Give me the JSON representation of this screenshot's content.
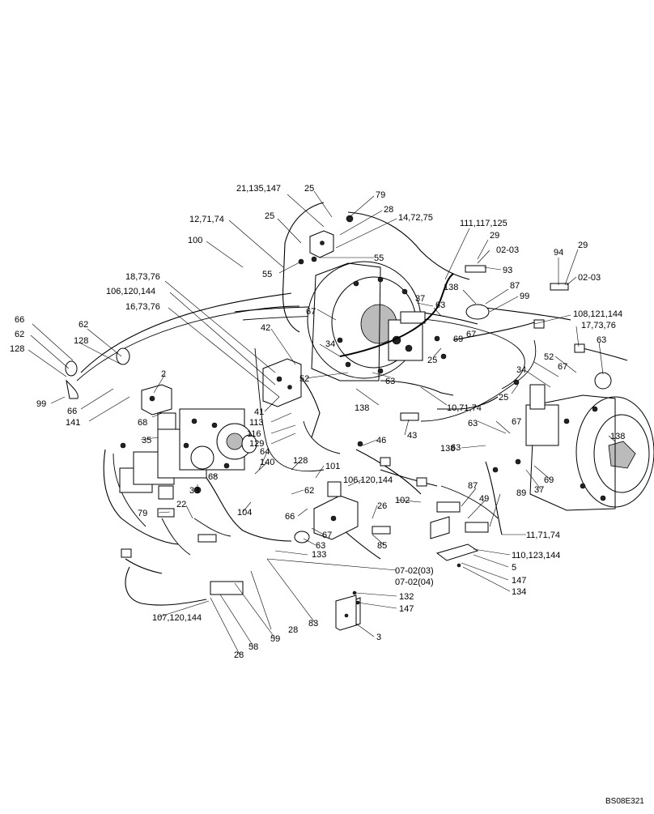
{
  "figure_code": "BS08E321",
  "callouts": [
    {
      "id": "c01",
      "text": "21,135,147"
    },
    {
      "id": "c02",
      "text": "25"
    },
    {
      "id": "c03",
      "text": "79"
    },
    {
      "id": "c04",
      "text": "28"
    },
    {
      "id": "c05",
      "text": "14,72,75"
    },
    {
      "id": "c06",
      "text": "25"
    },
    {
      "id": "c07",
      "text": "12,71,74"
    },
    {
      "id": "c08",
      "text": "100"
    },
    {
      "id": "c09",
      "text": "55"
    },
    {
      "id": "c10",
      "text": "55"
    },
    {
      "id": "c11",
      "text": "111,117,125"
    },
    {
      "id": "c12",
      "text": "29"
    },
    {
      "id": "c13",
      "text": "02-03"
    },
    {
      "id": "c14",
      "text": "93"
    },
    {
      "id": "c15",
      "text": "94"
    },
    {
      "id": "c16",
      "text": "29"
    },
    {
      "id": "c17",
      "text": "02-03"
    },
    {
      "id": "c18",
      "text": "138"
    },
    {
      "id": "c19",
      "text": "87"
    },
    {
      "id": "c20",
      "text": "99"
    },
    {
      "id": "c21",
      "text": "37"
    },
    {
      "id": "c22",
      "text": "63"
    },
    {
      "id": "c23",
      "text": "18,73,76"
    },
    {
      "id": "c24",
      "text": "106,120,144"
    },
    {
      "id": "c25",
      "text": "16,73,76"
    },
    {
      "id": "c26",
      "text": "67"
    },
    {
      "id": "c27",
      "text": "108,121,144"
    },
    {
      "id": "c28",
      "text": "17,73,76"
    },
    {
      "id": "c29",
      "text": "66"
    },
    {
      "id": "c30",
      "text": "62"
    },
    {
      "id": "c31",
      "text": "128"
    },
    {
      "id": "c32",
      "text": "62"
    },
    {
      "id": "c33",
      "text": "128"
    },
    {
      "id": "c34",
      "text": "42"
    },
    {
      "id": "c35",
      "text": "34"
    },
    {
      "id": "c36",
      "text": "69"
    },
    {
      "id": "c37",
      "text": "67"
    },
    {
      "id": "c38",
      "text": "25"
    },
    {
      "id": "c39",
      "text": "63"
    },
    {
      "id": "c40",
      "text": "52"
    },
    {
      "id": "c41",
      "text": "34"
    },
    {
      "id": "c42",
      "text": "67"
    },
    {
      "id": "c43",
      "text": "63"
    },
    {
      "id": "c44",
      "text": "2"
    },
    {
      "id": "c45",
      "text": "52"
    },
    {
      "id": "c46",
      "text": "63"
    },
    {
      "id": "c47",
      "text": "99"
    },
    {
      "id": "c48",
      "text": "66"
    },
    {
      "id": "c49",
      "text": "141"
    },
    {
      "id": "c50",
      "text": "68"
    },
    {
      "id": "c51",
      "text": "138"
    },
    {
      "id": "c52",
      "text": "10,71,74"
    },
    {
      "id": "c53",
      "text": "25"
    },
    {
      "id": "c54",
      "text": "41"
    },
    {
      "id": "c55",
      "text": "113"
    },
    {
      "id": "c56",
      "text": "116"
    },
    {
      "id": "c57",
      "text": "129"
    },
    {
      "id": "c58",
      "text": "35"
    },
    {
      "id": "c59",
      "text": "43"
    },
    {
      "id": "c60",
      "text": "63"
    },
    {
      "id": "c61",
      "text": "67"
    },
    {
      "id": "c62",
      "text": "46"
    },
    {
      "id": "c63",
      "text": "138"
    },
    {
      "id": "c64",
      "text": "138"
    },
    {
      "id": "c65",
      "text": "64"
    },
    {
      "id": "c66",
      "text": "140"
    },
    {
      "id": "c67",
      "text": "128"
    },
    {
      "id": "c68",
      "text": "101"
    },
    {
      "id": "c69",
      "text": "69"
    },
    {
      "id": "c70",
      "text": "37"
    },
    {
      "id": "c71",
      "text": "68"
    },
    {
      "id": "c72",
      "text": "62"
    },
    {
      "id": "c73",
      "text": "106,120,144"
    },
    {
      "id": "c74",
      "text": "33"
    },
    {
      "id": "c75",
      "text": "87"
    },
    {
      "id": "c76",
      "text": "89"
    },
    {
      "id": "c77",
      "text": "49"
    },
    {
      "id": "c78",
      "text": "22"
    },
    {
      "id": "c79",
      "text": "104"
    },
    {
      "id": "c80",
      "text": "66"
    },
    {
      "id": "c81",
      "text": "102"
    },
    {
      "id": "c82",
      "text": "79"
    },
    {
      "id": "c83",
      "text": "26"
    },
    {
      "id": "c84",
      "text": "67"
    },
    {
      "id": "c85",
      "text": "11,71,74"
    },
    {
      "id": "c86",
      "text": "63"
    },
    {
      "id": "c87",
      "text": "133"
    },
    {
      "id": "c88",
      "text": "85"
    },
    {
      "id": "c89",
      "text": "110,123,144"
    },
    {
      "id": "c90",
      "text": "5"
    },
    {
      "id": "c91",
      "text": "07-02(03)"
    },
    {
      "id": "c92",
      "text": "147"
    },
    {
      "id": "c93",
      "text": "07-02(04)"
    },
    {
      "id": "c94",
      "text": "134"
    },
    {
      "id": "c95",
      "text": "132"
    },
    {
      "id": "c96",
      "text": "147"
    },
    {
      "id": "c97",
      "text": "107,120,144"
    },
    {
      "id": "c98",
      "text": "83"
    },
    {
      "id": "c99",
      "text": "28"
    },
    {
      "id": "c100",
      "text": "59"
    },
    {
      "id": "c101",
      "text": "3"
    },
    {
      "id": "c102",
      "text": "28"
    },
    {
      "id": "c103",
      "text": "58"
    }
  ]
}
